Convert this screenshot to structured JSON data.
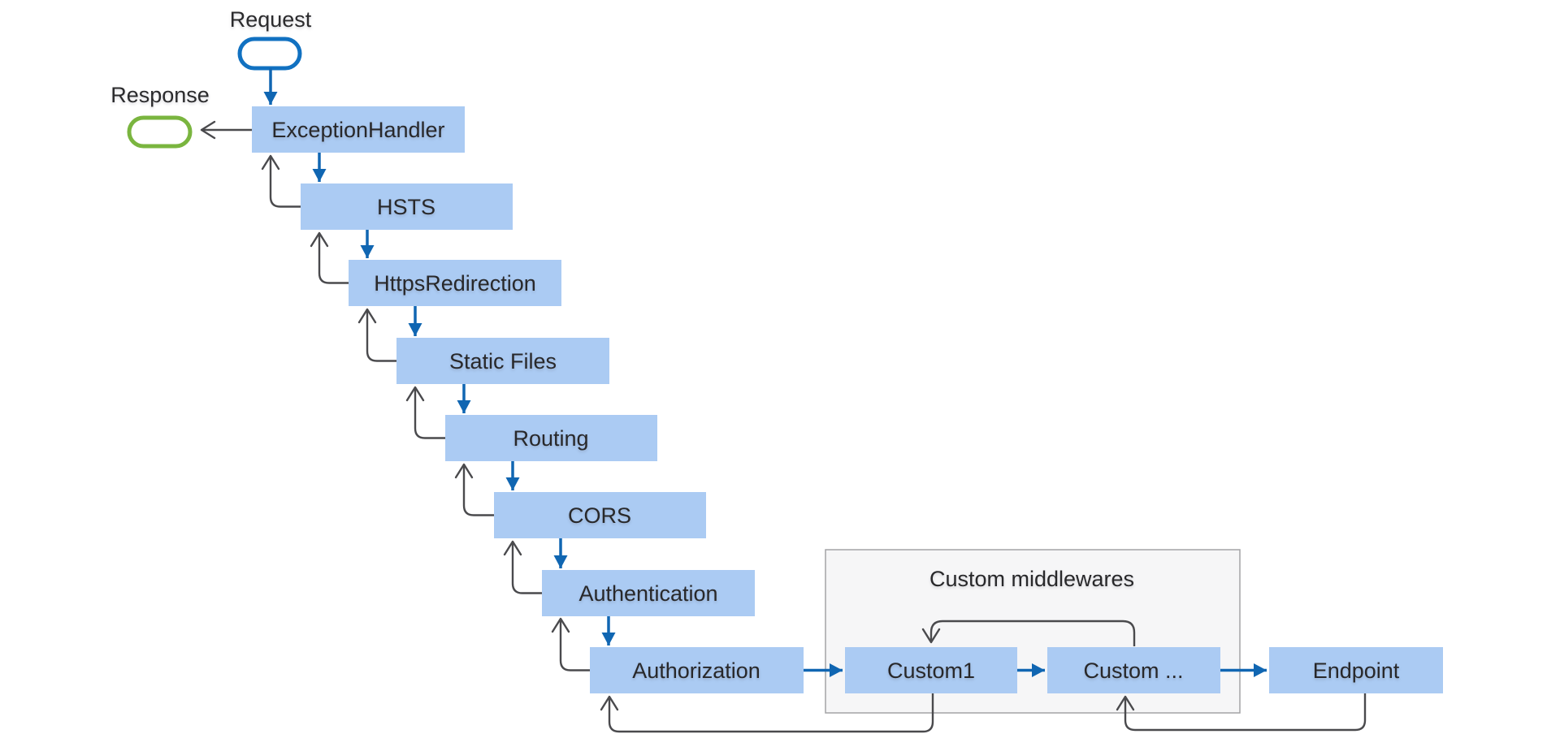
{
  "diagram": {
    "request": {
      "label": "Request"
    },
    "response": {
      "label": "Response"
    },
    "container": {
      "title": "Custom middlewares"
    },
    "nodes": [
      {
        "id": "exception-handler",
        "label": "ExceptionHandler"
      },
      {
        "id": "hsts",
        "label": "HSTS"
      },
      {
        "id": "https-redirection",
        "label": "HttpsRedirection"
      },
      {
        "id": "static-files",
        "label": "Static Files"
      },
      {
        "id": "routing",
        "label": "Routing"
      },
      {
        "id": "cors",
        "label": "CORS"
      },
      {
        "id": "authentication",
        "label": "Authentication"
      },
      {
        "id": "authorization",
        "label": "Authorization"
      },
      {
        "id": "custom1",
        "label": "Custom1"
      },
      {
        "id": "custom-more",
        "label": "Custom ..."
      },
      {
        "id": "endpoint",
        "label": "Endpoint"
      }
    ],
    "colors": {
      "box_fill": "#abcbf3",
      "flow_blue": "#1066b2",
      "request_outline": "#1171c1",
      "response_outline": "#7ab53f",
      "return_gray": "#4a4a4d",
      "container_fill": "#f6f6f7",
      "container_border": "#a3a3a6",
      "label_text": "#28282a",
      "background": "#ffffff"
    }
  }
}
